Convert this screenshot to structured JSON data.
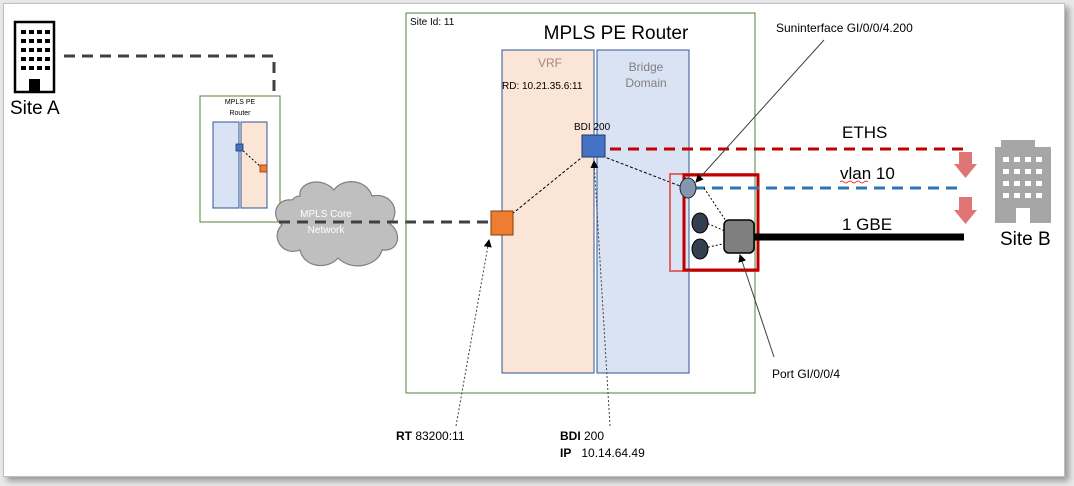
{
  "site_a": {
    "label": "Site A"
  },
  "site_b": {
    "label": "Site B"
  },
  "small_router": {
    "label_line1": "MPLS PE",
    "label_line2": "Router"
  },
  "cloud": {
    "label_line1": "MPLS Core",
    "label_line2": "Network"
  },
  "pe_router": {
    "title": "MPLS PE Router",
    "site_id": "Site Id: 11",
    "vrf_label": "VRF",
    "rd_label": "RD:  10.21.35.6:11",
    "bridge_label_line1": "Bridge",
    "bridge_label_line2": "Domain",
    "bdi_label": "BDI 200"
  },
  "links": {
    "eths": "ETHS",
    "vlan": "vlan 10",
    "gbe": "1 GBE"
  },
  "annotations": {
    "subinterface": "Suninterface GI/0/0/4.200",
    "port": "Port GI/0/0/4",
    "rt_bold": "RT",
    "rt_value": " 83200:11",
    "bdi_bold": "BDI",
    "bdi_value": " 200",
    "ip_bold": "IP",
    "ip_value": "   10.14.64.49"
  },
  "colors": {
    "router_border": "#548235",
    "vrf_fill": "#fbe5d6",
    "bridge_fill": "#dae3f3",
    "column_border": "#2f5597",
    "orange_node": "#ed7d31",
    "blue_node": "#4472c4",
    "eths_line": "#c00000",
    "vlan_line": "#2e75b6",
    "pink_box": "#e06666",
    "red_box": "#c00000",
    "arrow_fill": "#e07575"
  }
}
